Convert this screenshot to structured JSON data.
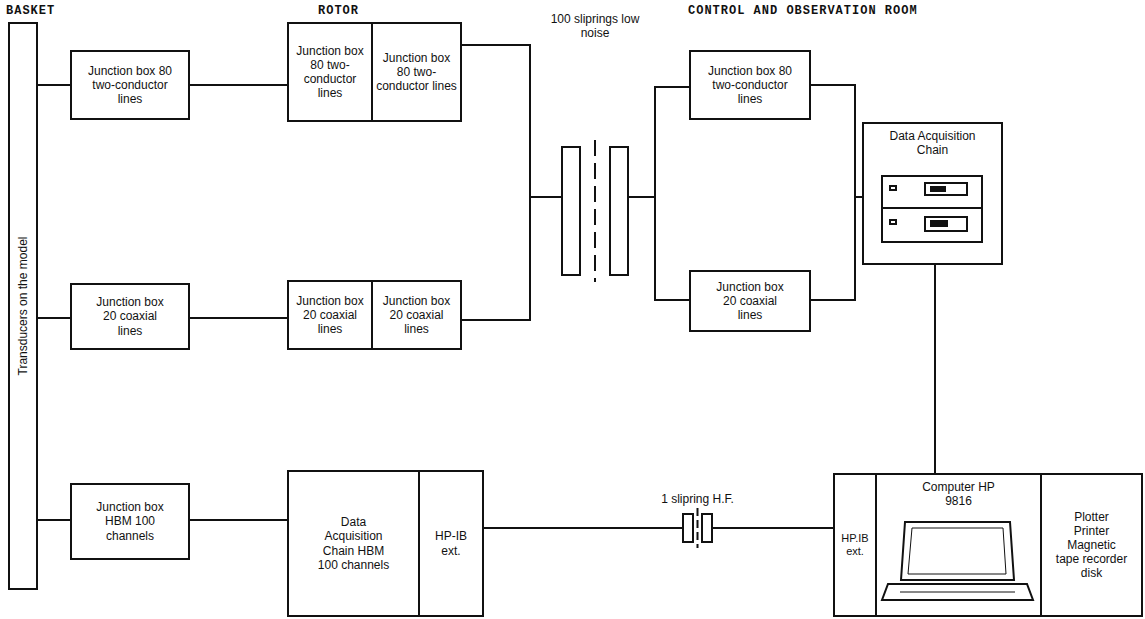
{
  "diagram": {
    "nodes": [
      {
        "text": [
          "Transducers on the model"
        ]
      },
      {
        "text": [
          "Junction box 80 two-conductor lines"
        ]
      },
      {
        "text": [
          "Junction box 80 two-conductor lines"
        ]
      },
      {
        "text": [
          "Junction box 80 two-conductor lines"
        ]
      },
      {
        "text": [
          "100 sliprings low noise"
        ]
      },
      {
        "text": [
          "Junction box 80 two-conductor lines"
        ]
      },
      {
        "text": [
          "Data Acquisition Chain"
        ]
      },
      {
        "text": [
          "Junction box 20 coaxial lines"
        ]
      },
      {
        "text": [
          "Junction box 20 coaxial lines"
        ]
      },
      {
        "text": [
          "Junction box 20 coaxial lines"
        ]
      },
      {
        "text": [
          "Junction box 20 coaxial lines"
        ]
      },
      {
        "text": [
          "Junction box HBM 100 channels"
        ]
      },
      {
        "text": [
          "Data Acquisition Chain HBM 100 channels"
        ]
      },
      {
        "text": [
          "HP-IB ext."
        ]
      },
      {
        "text": [
          "1 slipring H.F."
        ]
      },
      {
        "text": [
          "HP.IB ext."
        ]
      },
      {
        "text": [
          "Computer HP 9816"
        ]
      },
      {
        "text": [
          "Plotter Printer Magnetic tape recorder disk"
        ]
      }
    ],
    "edges": [
      {
        "from": 0,
        "to": 1,
        "arrow": "none"
      },
      {
        "from": 0,
        "to": 7,
        "arrow": "none"
      },
      {
        "from": 0,
        "to": 11,
        "arrow": "none"
      },
      {
        "from": 1,
        "to": 2,
        "arrow": "none"
      },
      {
        "from": 7,
        "to": 8,
        "arrow": "none"
      },
      {
        "from": 11,
        "to": 12,
        "arrow": "none"
      },
      {
        "from": 3,
        "to": 4,
        "arrow": "none"
      },
      {
        "from": 9,
        "to": 4,
        "arrow": "none"
      },
      {
        "from": 4,
        "to": 5,
        "arrow": "none"
      },
      {
        "from": 4,
        "to": 10,
        "arrow": "none"
      },
      {
        "from": 5,
        "to": 6,
        "arrow": "none"
      },
      {
        "from": 10,
        "to": 6,
        "arrow": "none"
      },
      {
        "from": 6,
        "to": 16,
        "arrow": "none"
      },
      {
        "from": 13,
        "to": 14,
        "arrow": "none"
      },
      {
        "from": 14,
        "to": 15,
        "arrow": "none"
      }
    ],
    "labels": [
      "BASKET",
      "ROTOR",
      "CONTROL AND OBSERVATION ROOM"
    ]
  }
}
